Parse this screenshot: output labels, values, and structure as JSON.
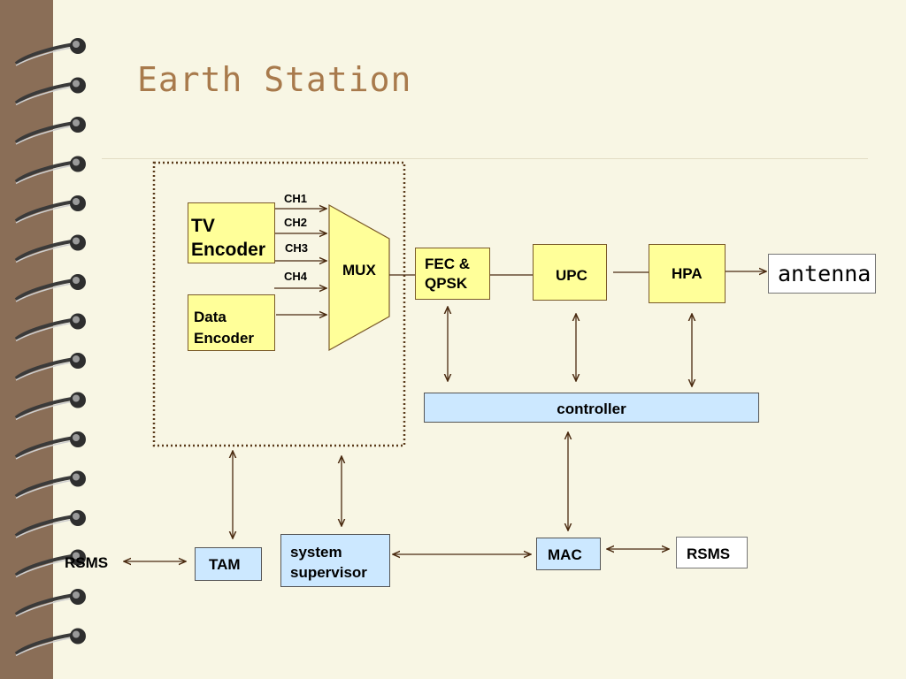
{
  "slide": {
    "title": "Earth Station"
  },
  "diagram": {
    "tv_encoder": "TV\nEncoder",
    "data_encoder": "Data\nEncoder",
    "channels": [
      "CH1",
      "CH2",
      "CH3",
      "CH4"
    ],
    "mux": "MUX",
    "fec_qpsk": "FEC &\nQPSK",
    "upc": "UPC",
    "hpa": "HPA",
    "antenna": "antenna",
    "controller": "controller",
    "tam": "TAM",
    "system_supervisor": "system\nsupervisor",
    "mac": "MAC",
    "rsms_left": "RSMS",
    "rsms_right": "RSMS"
  },
  "colors": {
    "box_fill": "#ffff99",
    "controller_fill": "#cce8ff",
    "line": "#4a2a10",
    "title": "#a87a4c"
  }
}
